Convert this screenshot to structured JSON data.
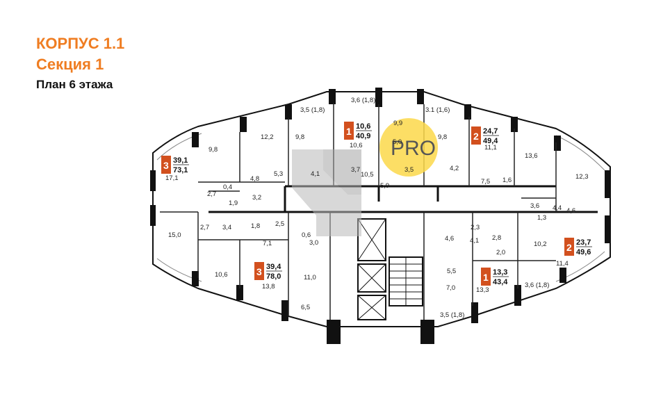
{
  "header": {
    "building": "КОРПУС 1.1",
    "section": "Секция 1",
    "floor_plan": "План 6 этажа"
  },
  "colors": {
    "accent": "#ef7d22",
    "badge": "#d2501e",
    "pro_circle": "#fcd84a"
  },
  "watermark": {
    "text": "PRO"
  },
  "apartments": [
    {
      "rooms": "3",
      "living": "39,1",
      "total": "73,1"
    },
    {
      "rooms": "1",
      "living": "10,6",
      "total": "40,9"
    },
    {
      "rooms": "2",
      "living": "24,7",
      "total": "49,4"
    },
    {
      "rooms": "2",
      "living": "23,7",
      "total": "49,6"
    },
    {
      "rooms": "3",
      "living": "39,4",
      "total": "78,0"
    },
    {
      "rooms": "1",
      "living": "13,3",
      "total": "43,4"
    }
  ],
  "rooms": [
    "3,5 (1,8)",
    "3,6 (1,8)",
    "3.1 (1,6)",
    "9,9",
    "12,2",
    "9,8",
    "9,8",
    "10,6",
    "5,0",
    "9,8",
    "11,1",
    "13,6",
    "17,1",
    "5,3",
    "4,1",
    "3,7",
    "10,5",
    "3,5",
    "4,2",
    "12,3",
    "4,8",
    "0,4",
    "2,7",
    "5,9",
    "7,5",
    "1,6",
    "1,9",
    "3,2",
    "3,6",
    "4,4",
    "4,6",
    "1,3",
    "15,0",
    "2,7",
    "3,4",
    "1,8",
    "2,5",
    "0,6",
    "2,3",
    "2,8",
    "4,6",
    "4,1",
    "7,1",
    "3,0",
    "2,0",
    "10,2",
    "10,6",
    "11,0",
    "13,8",
    "5,5",
    "11,4",
    "7,0",
    "3,6 (1,8)",
    "13,3",
    "6,5",
    "3,5 (1,8)"
  ]
}
